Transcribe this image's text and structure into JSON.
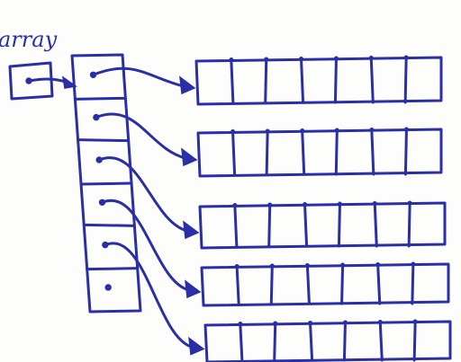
{
  "diagram": {
    "pointer_label": "array",
    "outer_array_slots": 6,
    "inner_arrays": [
      {
        "cells": 7
      },
      {
        "cells": 7
      },
      {
        "cells": 7
      },
      {
        "cells": 7
      },
      {
        "cells": 7
      }
    ],
    "ink_color": "#2a2fa6"
  }
}
